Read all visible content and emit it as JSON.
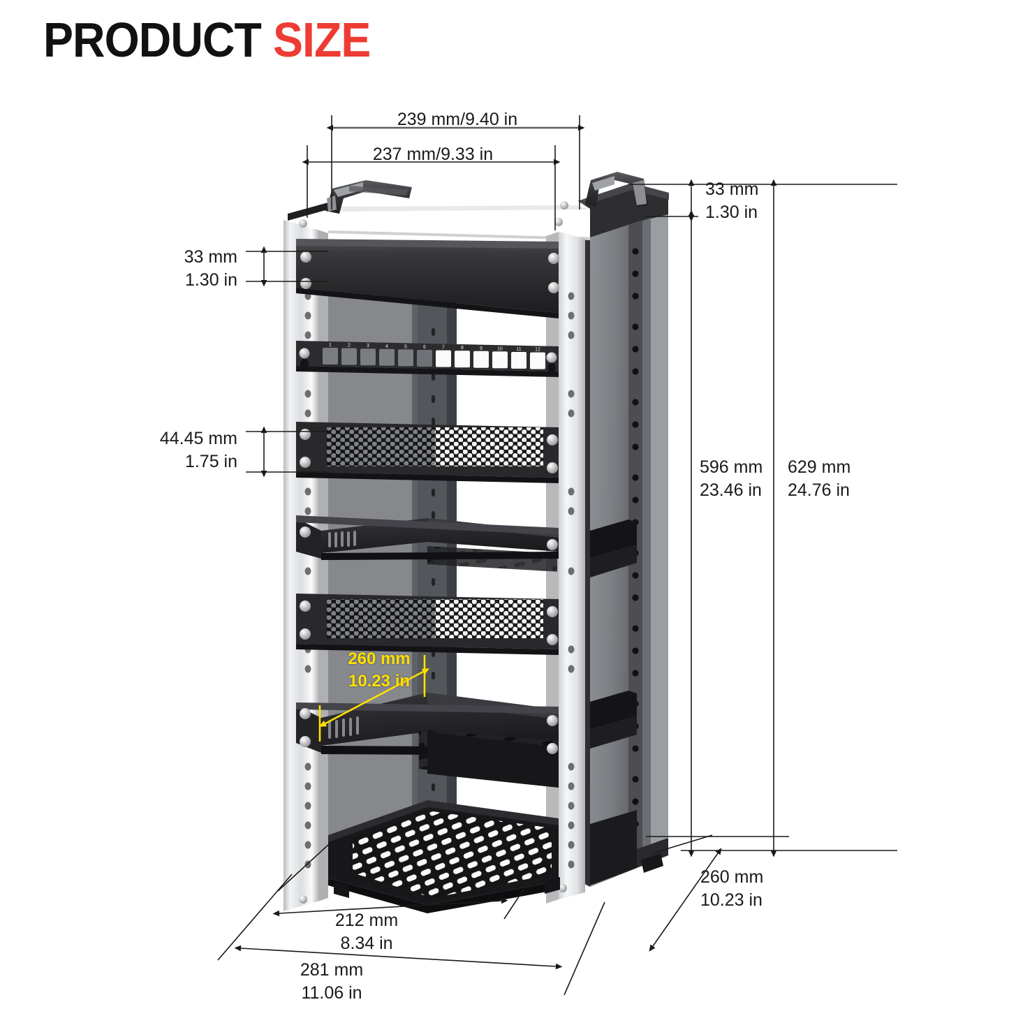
{
  "title": {
    "word1": "PRODUCT",
    "word2": "SIZE",
    "color1": "#111111",
    "color2": "#ee3b33"
  },
  "colors": {
    "background": "#ffffff",
    "dimension_line": "#1a1a1a",
    "highlight": "#ffe000",
    "rail_metal": "#d9dadb",
    "panel_black": "#2b2b2d"
  },
  "dimensions": {
    "top_outer": {
      "mm": "239 mm",
      "in": "9.40 in",
      "text": "239 mm/9.40 in",
      "orientation": "horizontal"
    },
    "top_inner": {
      "mm": "237 mm",
      "in": "9.33 in",
      "text": "237 mm/9.33 in",
      "orientation": "horizontal"
    },
    "left_top_unit": {
      "mm": "33 mm",
      "in": "1.30 in",
      "orientation": "vertical"
    },
    "left_rack_unit": {
      "mm": "44.45 mm",
      "in": "1.75 in",
      "orientation": "vertical"
    },
    "right_top_unit": {
      "mm": "33 mm",
      "in": "1.30 in",
      "orientation": "vertical"
    },
    "height_inner": {
      "mm": "596 mm",
      "in": "23.46 in",
      "orientation": "vertical"
    },
    "height_outer": {
      "mm": "629 mm",
      "in": "24.76 in",
      "orientation": "vertical"
    },
    "depth_overall": {
      "mm": "260 mm",
      "in": "10.23 in",
      "orientation": "diagonal"
    },
    "shelf_depth": {
      "mm": "260 mm",
      "in": "10.23 in",
      "orientation": "diagonal",
      "highlight": true
    },
    "bottom_inner": {
      "mm": "212 mm",
      "in": "8.34 in",
      "orientation": "horizontal"
    },
    "bottom_outer": {
      "mm": "281 mm",
      "in": "11.06 in",
      "orientation": "horizontal"
    }
  },
  "product": {
    "type": "open-frame-network-rack",
    "patch_panel_ports": [
      "1",
      "2",
      "3",
      "4",
      "5",
      "6",
      "7",
      "8",
      "9",
      "10",
      "11",
      "12"
    ],
    "components": [
      "carry-handle-left",
      "carry-handle-right",
      "blank-panel-2u",
      "patch-panel-12-port",
      "vented-mesh-panel-upper",
      "cantilever-shelf-upper",
      "vented-mesh-panel-lower",
      "cantilever-shelf-lower",
      "slotted-base-tray"
    ]
  }
}
